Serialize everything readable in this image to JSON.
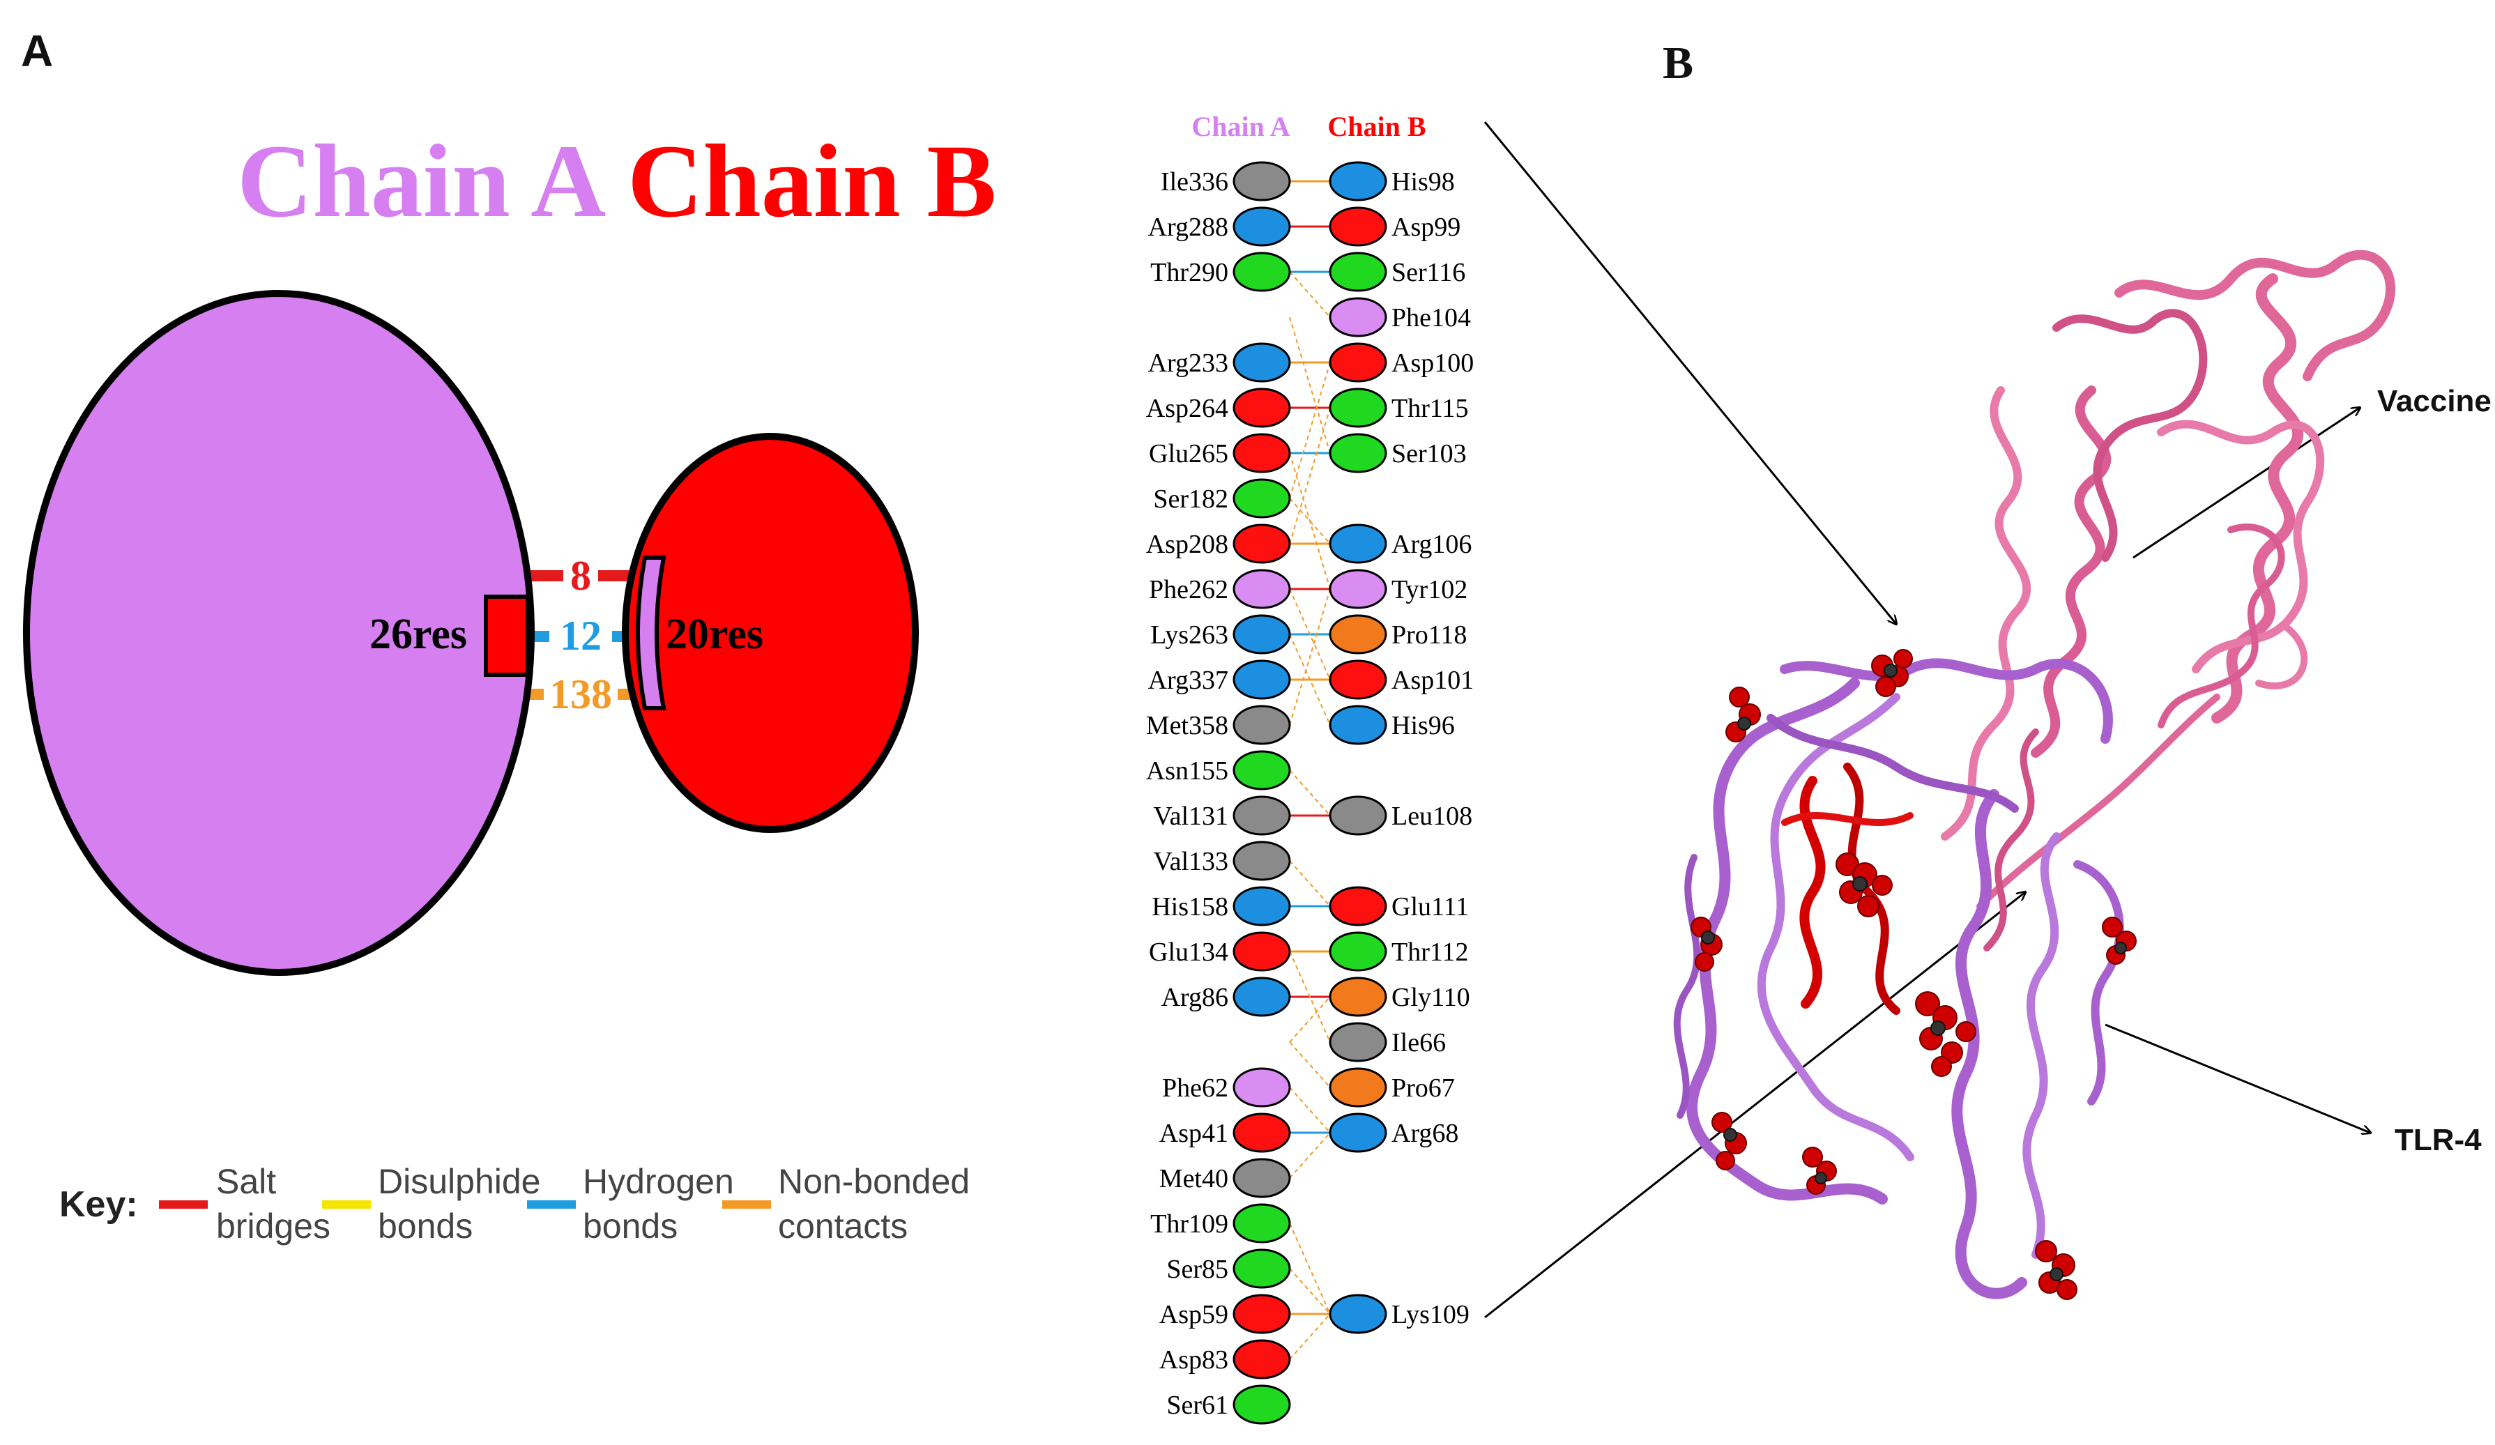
{
  "panel_a": {
    "label": "A",
    "chain_a_title": "Chain A",
    "chain_b_title": "Chain B",
    "chain_a_residues": "26res",
    "chain_b_residues": "20res",
    "salt_bridges_count": "8",
    "hydrogen_bonds_count": "12",
    "non_bonded_count": "138",
    "key_title": "Key:",
    "key": [
      {
        "line1": "Salt",
        "line2": "bridges",
        "color": "#e41a1c"
      },
      {
        "line1": "Disulphide",
        "line2": "bonds",
        "color": "#f5e600"
      },
      {
        "line1": "Hydrogen",
        "line2": "bonds",
        "color": "#1f9de0"
      },
      {
        "line1": "Non-bonded",
        "line2": "contacts",
        "color": "#f39a26"
      }
    ],
    "colors": {
      "chain_a": "#d67ff0",
      "chain_b": "#ff0000"
    }
  },
  "middle": {
    "chain_a_header": "Chain A",
    "chain_b_header": "Chain B",
    "left_residues": [
      {
        "name": "Ile336",
        "color": "grey"
      },
      {
        "name": "Arg288",
        "color": "blue"
      },
      {
        "name": "Thr290",
        "color": "green"
      },
      {
        "name": "",
        "color": ""
      },
      {
        "name": "Arg233",
        "color": "blue"
      },
      {
        "name": "Asp264",
        "color": "red"
      },
      {
        "name": "Glu265",
        "color": "red"
      },
      {
        "name": "Ser182",
        "color": "green"
      },
      {
        "name": "Asp208",
        "color": "red"
      },
      {
        "name": "Phe262",
        "color": "violet"
      },
      {
        "name": "Lys263",
        "color": "blue"
      },
      {
        "name": "Arg337",
        "color": "blue"
      },
      {
        "name": "Met358",
        "color": "grey"
      },
      {
        "name": "Asn155",
        "color": "green"
      },
      {
        "name": "Val131",
        "color": "grey"
      },
      {
        "name": "Val133",
        "color": "grey"
      },
      {
        "name": "His158",
        "color": "blue"
      },
      {
        "name": "Glu134",
        "color": "red"
      },
      {
        "name": "Arg86",
        "color": "blue"
      },
      {
        "name": "",
        "color": ""
      },
      {
        "name": "Phe62",
        "color": "violet"
      },
      {
        "name": "Asp41",
        "color": "red"
      },
      {
        "name": "Met40",
        "color": "grey"
      },
      {
        "name": "Thr109",
        "color": "green"
      },
      {
        "name": "Ser85",
        "color": "green"
      },
      {
        "name": "Asp59",
        "color": "red"
      },
      {
        "name": "Asp83",
        "color": "red"
      },
      {
        "name": "Ser61",
        "color": "green"
      }
    ],
    "right_residues": [
      {
        "name": "His98",
        "color": "blue"
      },
      {
        "name": "Asp99",
        "color": "red"
      },
      {
        "name": "Ser116",
        "color": "green"
      },
      {
        "name": "Phe104",
        "color": "violet"
      },
      {
        "name": "Asp100",
        "color": "red"
      },
      {
        "name": "Thr115",
        "color": "green"
      },
      {
        "name": "Ser103",
        "color": "green"
      },
      {
        "name": "",
        "color": ""
      },
      {
        "name": "Arg106",
        "color": "blue"
      },
      {
        "name": "Tyr102",
        "color": "violet"
      },
      {
        "name": "Pro118",
        "color": "orange"
      },
      {
        "name": "Asp101",
        "color": "red"
      },
      {
        "name": "His96",
        "color": "blue"
      },
      {
        "name": "",
        "color": ""
      },
      {
        "name": "Leu108",
        "color": "grey"
      },
      {
        "name": "",
        "color": ""
      },
      {
        "name": "Glu111",
        "color": "red"
      },
      {
        "name": "Thr112",
        "color": "green"
      },
      {
        "name": "Gly110",
        "color": "orange"
      },
      {
        "name": "Ile66",
        "color": "grey"
      },
      {
        "name": "Pro67",
        "color": "orange"
      },
      {
        "name": "Arg68",
        "color": "blue"
      },
      {
        "name": "",
        "color": ""
      },
      {
        "name": "",
        "color": ""
      },
      {
        "name": "",
        "color": ""
      },
      {
        "name": "Lys109",
        "color": "blue"
      },
      {
        "name": "",
        "color": ""
      },
      {
        "name": "",
        "color": ""
      }
    ],
    "palette": {
      "grey": "#8a8a8a",
      "blue": "#1d8fe0",
      "green": "#1fd81f",
      "red": "#ff1010",
      "violet": "#d98cf2",
      "orange": "#f27a1d"
    },
    "header_colors": {
      "chain_a": "#d67ff0",
      "chain_b": "#ff0000"
    }
  },
  "panel_b": {
    "label": "B",
    "vaccine_label": "Vaccine",
    "tlr4_label": "TLR-4",
    "colors": {
      "vaccine": "#e0679a",
      "tlr4": "#a860cf",
      "interface": "#d40000",
      "spheres": "#d10000"
    }
  }
}
